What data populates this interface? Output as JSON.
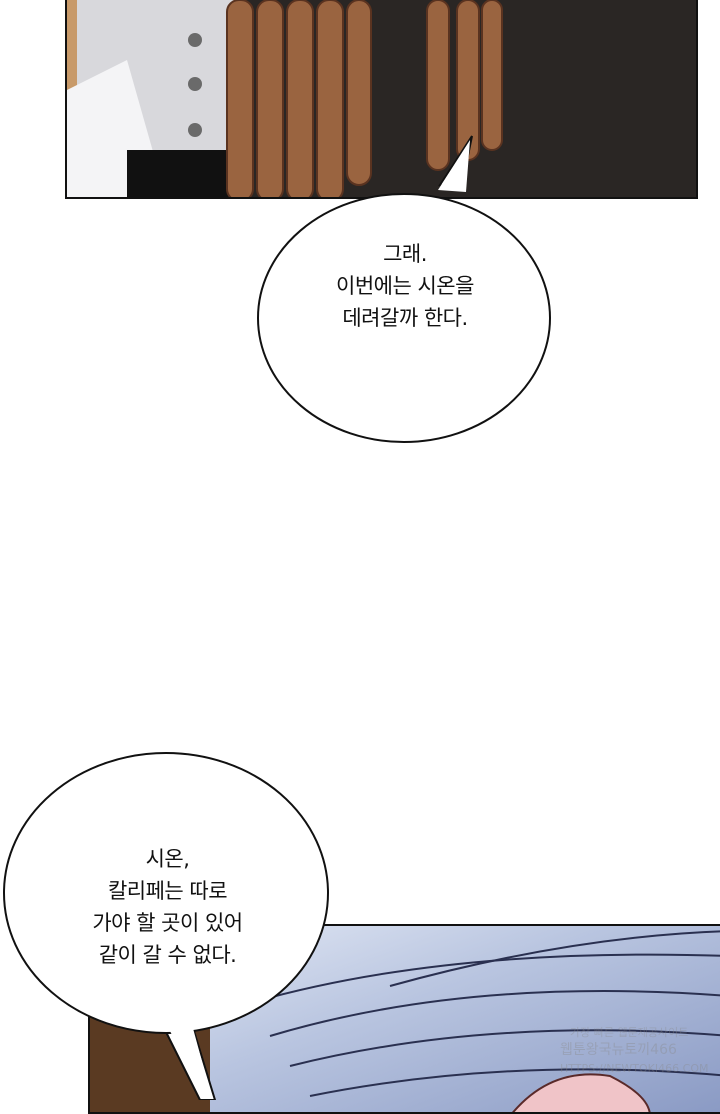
{
  "bubbles": [
    {
      "lines": [
        "그래.",
        "이번에는 시온을",
        "데려갈까 한다."
      ]
    },
    {
      "lines": [
        "시온,",
        "칼리페는 따로",
        "가야 할 곳이 있어",
        "같이 갈 수 없다."
      ]
    }
  ],
  "watermark": {
    "lines": [
      "가장 빠른 웹툰제공사이트",
      "웹툰왕국뉴토끼466",
      "HTTPS://NEWTOKI466.COM"
    ]
  }
}
